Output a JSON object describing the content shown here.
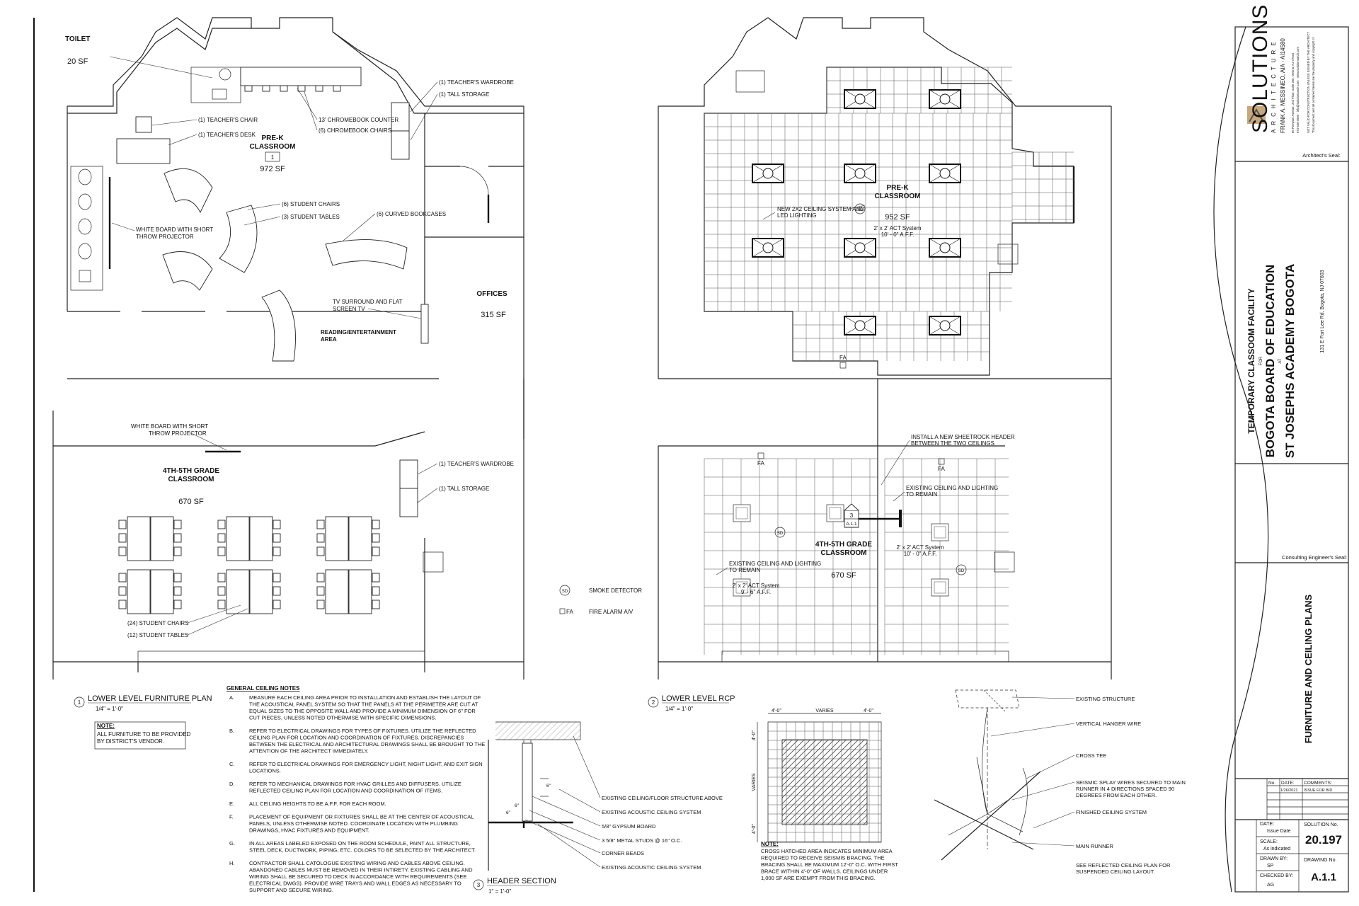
{
  "plan1": {
    "toilet_label": "TOILET",
    "toilet_area": "20 SF",
    "prek_name": "PRE-K\nCLASSROOM",
    "prek_name_line1": "PRE-K",
    "prek_name_line2": "CLASSROOM",
    "prek_number": "1",
    "prek_area": "972 SF",
    "offices_name": "OFFICES",
    "offices_area": "315 SF",
    "reading_line1": "READING/ENTERTAINMENT",
    "reading_line2": "AREA",
    "grade_line1": "4TH-5TH GRADE",
    "grade_line2": "CLASSROOM",
    "grade_area": "670 SF",
    "callouts": {
      "teachers_chair": "(1) TEACHER'S CHAIR",
      "teachers_desk": "(1) TEACHER'S DESK",
      "chromebook_counter": "13' CHROMEBOOK COUNTER",
      "chromebook_chairs": "(6) CHROMEBOOK CHAIRS",
      "teachers_wardrobe": "(1) TEACHER'S WARDROBE",
      "tall_storage": "(1) TALL STORAGE",
      "student_chairs_6": "(6) STUDENT CHAIRS",
      "student_tables_3": "(3) STUDENT TABLES",
      "curved_bookcases": "(6) CURVED BOOKCASES",
      "whiteboard_line1": "WHITE BOARD WITH SHORT",
      "whiteboard_line2": "THROW PROJECTOR",
      "tv_line1": "TV SURROUND AND FLAT",
      "tv_line2": "SCREEN TV",
      "whiteboard2_line1": "WHITE BOARD WITH SHORT",
      "whiteboard2_line2": "THROW PROJECTOR",
      "teachers_wardrobe2": "(1) TEACHER'S WARDROBE",
      "tall_storage2": "(1) TALL STORAGE",
      "student_chairs_24": "(24) STUDENT CHAIRS",
      "student_tables_12": "(12) STUDENT TABLES"
    },
    "title_number": "1",
    "title": "LOWER LEVEL FURNITURE PLAN",
    "scale": "1/4\" = 1'-0\"",
    "note_head": "NOTE:",
    "note_line1": "ALL FURNITURE TO BE PROVIDED",
    "note_line2": "BY DISTRICT'S VENDOR."
  },
  "plan2": {
    "prek_line1": "PRE-K",
    "prek_line2": "CLASSROOM",
    "prek_area": "952 SF",
    "prek_act_line1": "2' x 2' ACT System",
    "prek_act_line2": "10' - 0\" A.F.F.",
    "new_ceiling_line1": "NEW 2X2 CEILING SYSTEM AND",
    "new_ceiling_line2": "LED LIGHTING",
    "fa": "FA",
    "sd": "SD",
    "header_line1": "INSTALL A NEW SHEETROCK HEADER",
    "header_line2": "BETWEEN THE TWO CEILINGS",
    "existing_right_line1": "EXISTING CEILING AND LIGHTING",
    "existing_right_line2": "TO REMAIN",
    "existing_left_line1": "EXISTING CEILING AND LIGHTING",
    "existing_left_line2": "TO REMAIN",
    "grade_line1": "4TH-5TH GRADE",
    "grade_line2": "CLASSROOM",
    "grade_area": "670 SF",
    "act_right_line1": "2' x 2' ACT System",
    "act_right_line2": "10' - 0\" A.F.F.",
    "act_left_line1": "2' x 2' ACT System",
    "act_left_line2": "9' - 6\" A.F.F.",
    "section_tag_top": "3",
    "section_tag_bottom": "A.1.1",
    "title_number": "2",
    "title": "LOWER LEVEL RCP",
    "scale": "1/4\" = 1'-0\""
  },
  "legend": {
    "sd_symbol": "SD",
    "sd_label": "SMOKE DETECTOR",
    "fa_symbol": "FA",
    "fa_label": "FIRE ALARM A/V"
  },
  "ceiling_notes": {
    "heading": "GENERAL CEILING NOTES",
    "items": [
      {
        "letter": "A.",
        "lines": [
          "MEASURE EACH CEILING AREA PRIOR TO INSTALLATION AND ESTABLISH THE LAYOUT OF",
          "THE ACOUSTICAL PANEL SYSTEM SO THAT THE PANELS AT THE PERIMETER ARE CUT AT",
          "EQUAL SIZES TO THE OPPOSITE WALL AND PROVIDE A MINIMUM DIMENSION OF 6\" FOR",
          "CUT PIECES, UNLESS NOTED OTHERWISE WITH SPECIFIC DIMENSIONS."
        ]
      },
      {
        "letter": "B.",
        "lines": [
          "REFER TO ELECTRICAL DRAWINGS FOR TYPES OF FIXTURES. UTILIZE THE REFLECTED",
          "CEILING PLAN FOR LOCATION AND COORDINATION OF FIXTURES. DISCREPANCIES",
          "BETWEEN THE ELECTRICAL AND ARCHITECTURAL DRAWINGS SHALL BE BROUGHT TO THE",
          "ATTENTION OF THE ARCHITECT IMMEDIATELY."
        ]
      },
      {
        "letter": "C.",
        "lines": [
          "REFER TO ELECTRICAL DRAWINGS FOR EMERGENCY LIGHT, NIGHT LIGHT, AND EXIT SIGN",
          "LOCATIONS."
        ]
      },
      {
        "letter": "D.",
        "lines": [
          "REFER TO MECHANICAL DRAWINGS FOR HVAC GRILLES AND DIFFUSERS. UTILIZE",
          "REFLECTED CEILING PLAN FOR LOCATION AND COORDINATION OF ITEMS."
        ]
      },
      {
        "letter": "E.",
        "lines": [
          "ALL CEILING HEIGHTS TO BE A.F.F. FOR EACH ROOM."
        ]
      },
      {
        "letter": "F.",
        "lines": [
          "PLACEMENT OF EQUIPMENT OR FIXTURES SHALL BE AT THE CENTER OF ACOUSTICAL",
          "PANELS, UNLESS OTHERWISE NOTED. COORDINATE LOCATION WITH PLUMBING",
          "DRAWINGS, HVAC FIXTURES AND EQUIPMENT."
        ]
      },
      {
        "letter": "G.",
        "lines": [
          "IN ALL AREAS LABELED EXPOSED ON THE ROOM SCHEDULE, PAINT ALL STRUCTURE,",
          "STEEL DECK, DUCTWORK, PIPING, ETC. COLORS TO BE SELECTED BY THE ARCHITECT."
        ]
      },
      {
        "letter": "H.",
        "lines": [
          "CONTRACTOR SHALL CATOLOGUE EXISTING WIRING AND CABLES ABOVE CEILING.",
          "ABANDONED CABLES MUST BE REMOVED IN THEIR INTIRETY. EXISTING CABLING AND",
          "WIRING SHALL BE SECURED TO DECK IN ACCORDANCE WITH REQUIREMENTS (SEE",
          "ELECTRICAL DWGS). PROVIDE WIRE TRAYS AND WALL EDGES AS NECESSARY TO",
          "SUPPORT AND SECURE WIRING."
        ]
      }
    ]
  },
  "header_section": {
    "title_number": "3",
    "title": "HEADER SECTION",
    "scale": "1\" = 1'-0\"",
    "dim1": "6\"",
    "dim2": "6\"",
    "dim3": "6\"",
    "labels": [
      "EXISTING CEILING/FLOOR STRUCTURE ABOVE",
      "EXISTING ACOUSTIC CEILING SYSTEM",
      "5/8\" GYPSUM BOARD",
      "3 5/8\" METAL STUDS @ 16\" O.C.",
      "CORNER BEADS",
      "EXISTING ACOUSTIC CEILING SYSTEM"
    ]
  },
  "bracing": {
    "dim_left": "4'-0\"",
    "dim_mid": "VARIES",
    "dim_right": "4'-0\"",
    "dim_side_top": "4'-0\"",
    "dim_side_mid": "VARIES",
    "dim_side_bottom": "4'-0\"",
    "note_head": "NOTE:",
    "note_lines": [
      "CROSS HATCHED AREA INDICATES MINIMUM AREA",
      "REQUIRED TO RECEIVE SEISMIS BRACING. THE",
      "BRACING SHALL BE MAXIMUM 12'-0\" O.C. WITH FIRST",
      "BRACE WITHIN 4'-0\" OF WALLS. CEILINGS UNDER",
      "1,000 SF ARE EXEMPT FROM THIS BRACING."
    ]
  },
  "seismic": {
    "labels": [
      "EXISTING STRUCTURE",
      "VERTICAL HANGER WIRE",
      "CROSS TEE",
      "SEISMIC SPLAY WIRES SECURED TO MAIN",
      "RUNNER IN 4 DIRECTIONS SPACED 90",
      "DEGREES FROM EACH OTHER.",
      "FINISHED CEILING SYSTEM",
      "MAIN RUNNER",
      "SEE REFLECTED CEILING PLAN FOR",
      "SUSPENDED CEILING LAYOUT."
    ]
  },
  "titleblock": {
    "firm_name": "SOLUTIONS",
    "firm_sub": "ARCHITECTURE",
    "architect": "FRANK A. MESSINEO, AIA - AI14580",
    "firm_addr1": "86 Pompton Avenue, 2nd Floor, Suite 200, Verona, NJ 07044",
    "firm_addr2": "973-406-4600 · info@solutionsarch.com · www.solutionsarch.com",
    "disclaimer1": "NOT VALID FOR CONSTRUCTION UNLESS SIGNED BY THE ARCHITECT",
    "disclaimer2": "This document and all contained herein are the property and copyright of",
    "architects_seal": "Architect's Seal:",
    "project_line1": "TEMPORARY CLASSOOM FACILITY",
    "project_for": "FOR",
    "project_line2": "BOGOTA BOARD OF EDUCATION",
    "project_at": "AT",
    "project_line3": "ST JOSEPHS ACADEMY BOGOTA",
    "project_addr": "131 E Fort Lee Rd, Bogota, NJ 07603",
    "consulting_seal": "Consulting Engineer's Seal:",
    "sheet_title": "FURNITURE AND CEILING PLANS",
    "rev_head_no": "No.",
    "rev_head_date": "DATE:",
    "rev_head_comments": "COMMENTS:",
    "rev_date": "1/26/2021",
    "rev_comment": "ISSUE FOR BID",
    "date_label": "DATE:",
    "date_value": "Issue Date",
    "solution_label": "SOLUTION No.",
    "solution_value": "20.197",
    "scale_label": "SCALE:",
    "scale_value": "As indicated",
    "drawn_label": "DRAWN BY:",
    "drawn_value": "SP",
    "drawing_label": "DRAWING No.",
    "drawing_value": "A.1.1",
    "checked_label": "CHECKED BY:",
    "checked_value": "AG"
  }
}
